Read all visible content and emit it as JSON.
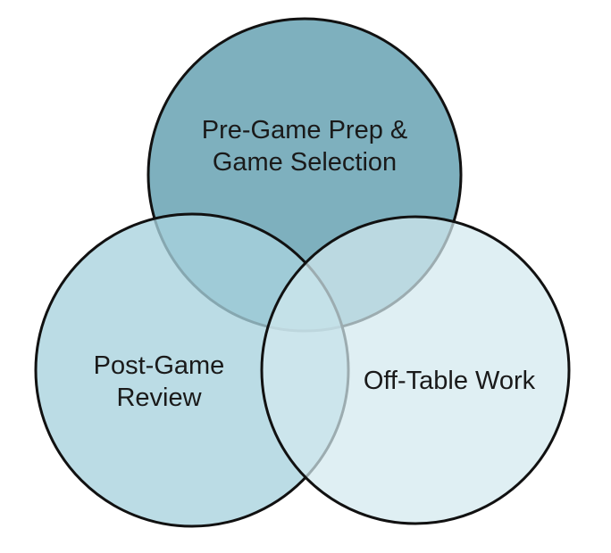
{
  "diagram": {
    "type": "venn",
    "circles": [
      {
        "id": "pre-game",
        "lines": [
          "Pre-Game Prep &",
          "Game Selection"
        ],
        "fill": "#7aadbc"
      },
      {
        "id": "post-game",
        "lines": [
          "Post-Game",
          "Review"
        ],
        "fill": "#a8d2de"
      },
      {
        "id": "off-table",
        "lines": [
          "Off-Table Work"
        ],
        "fill": "#d2e9ef"
      }
    ],
    "outline_color": "#111111"
  }
}
